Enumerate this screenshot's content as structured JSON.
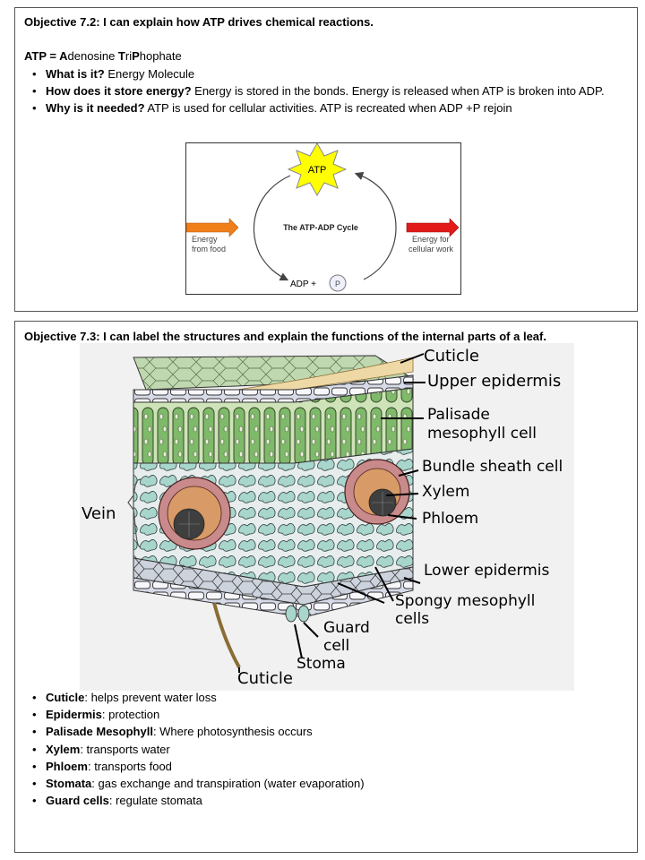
{
  "atp_section": {
    "title": "Objective 7.2: I can explain how ATP drives chemical reactions.",
    "definition": {
      "prefix": "ATP = ",
      "A": "A",
      "part1": "denosine ",
      "T": "T",
      "part2": "ri",
      "P": "P",
      "part3": "hophate"
    },
    "bullets": [
      {
        "q": "What is it?",
        "a": " Energy Molecule"
      },
      {
        "q": "How does it store energy?",
        "a": " Energy is stored in the bonds.  Energy is released when ATP is broken into ADP."
      },
      {
        "q": "Why is it needed?",
        "a": " ATP is used for cellular activities. ATP is recreated when ADP +P rejoin"
      }
    ],
    "diagram": {
      "star_label": "ATP",
      "center_label": "The ATP-ADP Cycle",
      "left_label_1": "Energy",
      "left_label_2": "from food",
      "right_label_1": "Energy for",
      "right_label_2": "cellular work",
      "bottom_label": "ADP +",
      "phosphate_label": "P",
      "colors": {
        "star": "#ffff00",
        "left_arrow": "#f07f1a",
        "right_arrow": "#e21a1a"
      }
    }
  },
  "leaf_section": {
    "title": "Objective 7.3: I can label the structures and explain the functions of the internal parts of a leaf.",
    "labels": {
      "cuticle_top": "Cuticle",
      "upper_epidermis": "Upper epidermis",
      "palisade_1": "Palisade",
      "palisade_2": "mesophyll cell",
      "bundle_sheath": "Bundle sheath cell",
      "xylem": "Xylem",
      "phloem": "Phloem",
      "vein": "Vein",
      "lower_epidermis": "Lower epidermis",
      "spongy_1": "Spongy mesophyll",
      "spongy_2": "cells",
      "guard_1": "Guard",
      "guard_2": "cell",
      "stoma": "Stoma",
      "cuticle_bottom": "Cuticle"
    },
    "bullets": [
      {
        "term": "Cuticle",
        "desc": ": helps prevent water loss"
      },
      {
        "term": "Epidermis",
        "desc": ": protection"
      },
      {
        "term": "Palisade Mesophyll",
        "desc": ": Where photosynthesis  occurs"
      },
      {
        "term": "Xylem",
        "desc": ": transports water"
      },
      {
        "term": "Phloem",
        "desc": ": transports food"
      },
      {
        "term": "Stomata",
        "desc": ": gas exchange and transpiration (water evaporation)"
      },
      {
        "term": "Guard cells",
        "desc": ": regulate stomata"
      }
    ]
  }
}
